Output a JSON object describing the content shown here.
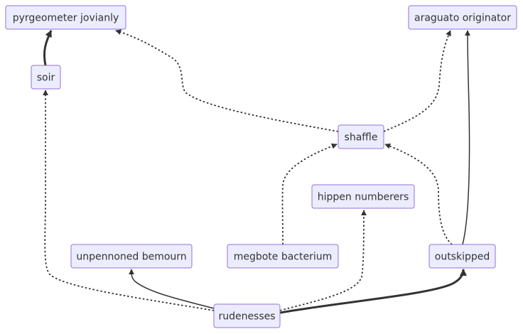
{
  "diagram": {
    "type": "flowchart",
    "colors": {
      "node_fill": "#ECECFF",
      "node_stroke": "#9370DB",
      "edge": "#333333",
      "text": "#333333"
    },
    "nodes": [
      {
        "id": "pyrgeometer",
        "label": "pyrgeometer jovianly"
      },
      {
        "id": "araguato",
        "label": "araguato originator"
      },
      {
        "id": "soir",
        "label": "soir"
      },
      {
        "id": "shaffle",
        "label": "shaffle"
      },
      {
        "id": "hippen",
        "label": "hippen numberers"
      },
      {
        "id": "unpennoned",
        "label": "unpennoned bemourn"
      },
      {
        "id": "megbote",
        "label": "megbote bacterium"
      },
      {
        "id": "outskipped",
        "label": "outskipped"
      },
      {
        "id": "rudenesses",
        "label": "rudenesses"
      }
    ],
    "edges": [
      {
        "from": "soir",
        "to": "pyrgeometer",
        "style": "thick"
      },
      {
        "from": "shaffle",
        "to": "pyrgeometer",
        "style": "dotted"
      },
      {
        "from": "shaffle",
        "to": "araguato",
        "style": "dotted"
      },
      {
        "from": "outskipped",
        "to": "araguato",
        "style": "normal"
      },
      {
        "from": "megbote",
        "to": "shaffle",
        "style": "dotted"
      },
      {
        "from": "outskipped",
        "to": "shaffle",
        "style": "dotted"
      },
      {
        "from": "rudenesses",
        "to": "soir",
        "style": "dotted"
      },
      {
        "from": "rudenesses",
        "to": "unpennoned",
        "style": "normal"
      },
      {
        "from": "rudenesses",
        "to": "hippen",
        "style": "dotted"
      },
      {
        "from": "rudenesses",
        "to": "outskipped",
        "style": "thick"
      }
    ]
  }
}
